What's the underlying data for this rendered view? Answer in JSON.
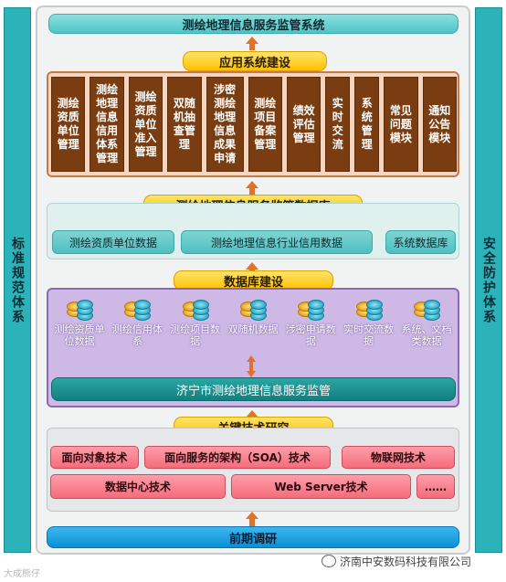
{
  "left_side_label": "标准规范体系",
  "right_side_label": "安全防护体系",
  "top_title": "测绘地理信息服务监管系统",
  "app_build": {
    "label": "应用系统建设",
    "modules": [
      "测绘资质单位管理",
      "测绘地理信息信用体系管理",
      "测绘资质单位准入管理",
      "双随机抽查管理",
      "涉密测绘地理信息成果申请",
      "测绘项目备案管理",
      "绩效评估管理",
      "实时交流",
      "系统管理",
      "常见问题模块",
      "通知公告模块"
    ]
  },
  "database": {
    "label": "测绘地理信息服务监管数据库",
    "items": [
      "测绘资质单位数据",
      "测绘地理信息行业信用数据",
      "系统数据库"
    ]
  },
  "db_build": {
    "label": "数据库建设",
    "items": [
      "测绘资质单位数据",
      "测绘信用体系",
      "测绘项目数据",
      "双随机数据",
      "涉密申请数据",
      "实时交流数据",
      "系统、文档类数据"
    ],
    "platform": "济宁市测绘地理信息服务监管"
  },
  "tech": {
    "label": "关键技术研究",
    "row1": [
      "面向对象技术",
      "面向服务的架构（SOA）技术",
      "物联网技术"
    ],
    "row2": [
      "数据中心技术",
      "Web Server技术",
      "……"
    ]
  },
  "bottom_bar": "前期调研",
  "watermark_left": "大成熊仔",
  "watermark_right": "济南中安数码科技有限公司"
}
